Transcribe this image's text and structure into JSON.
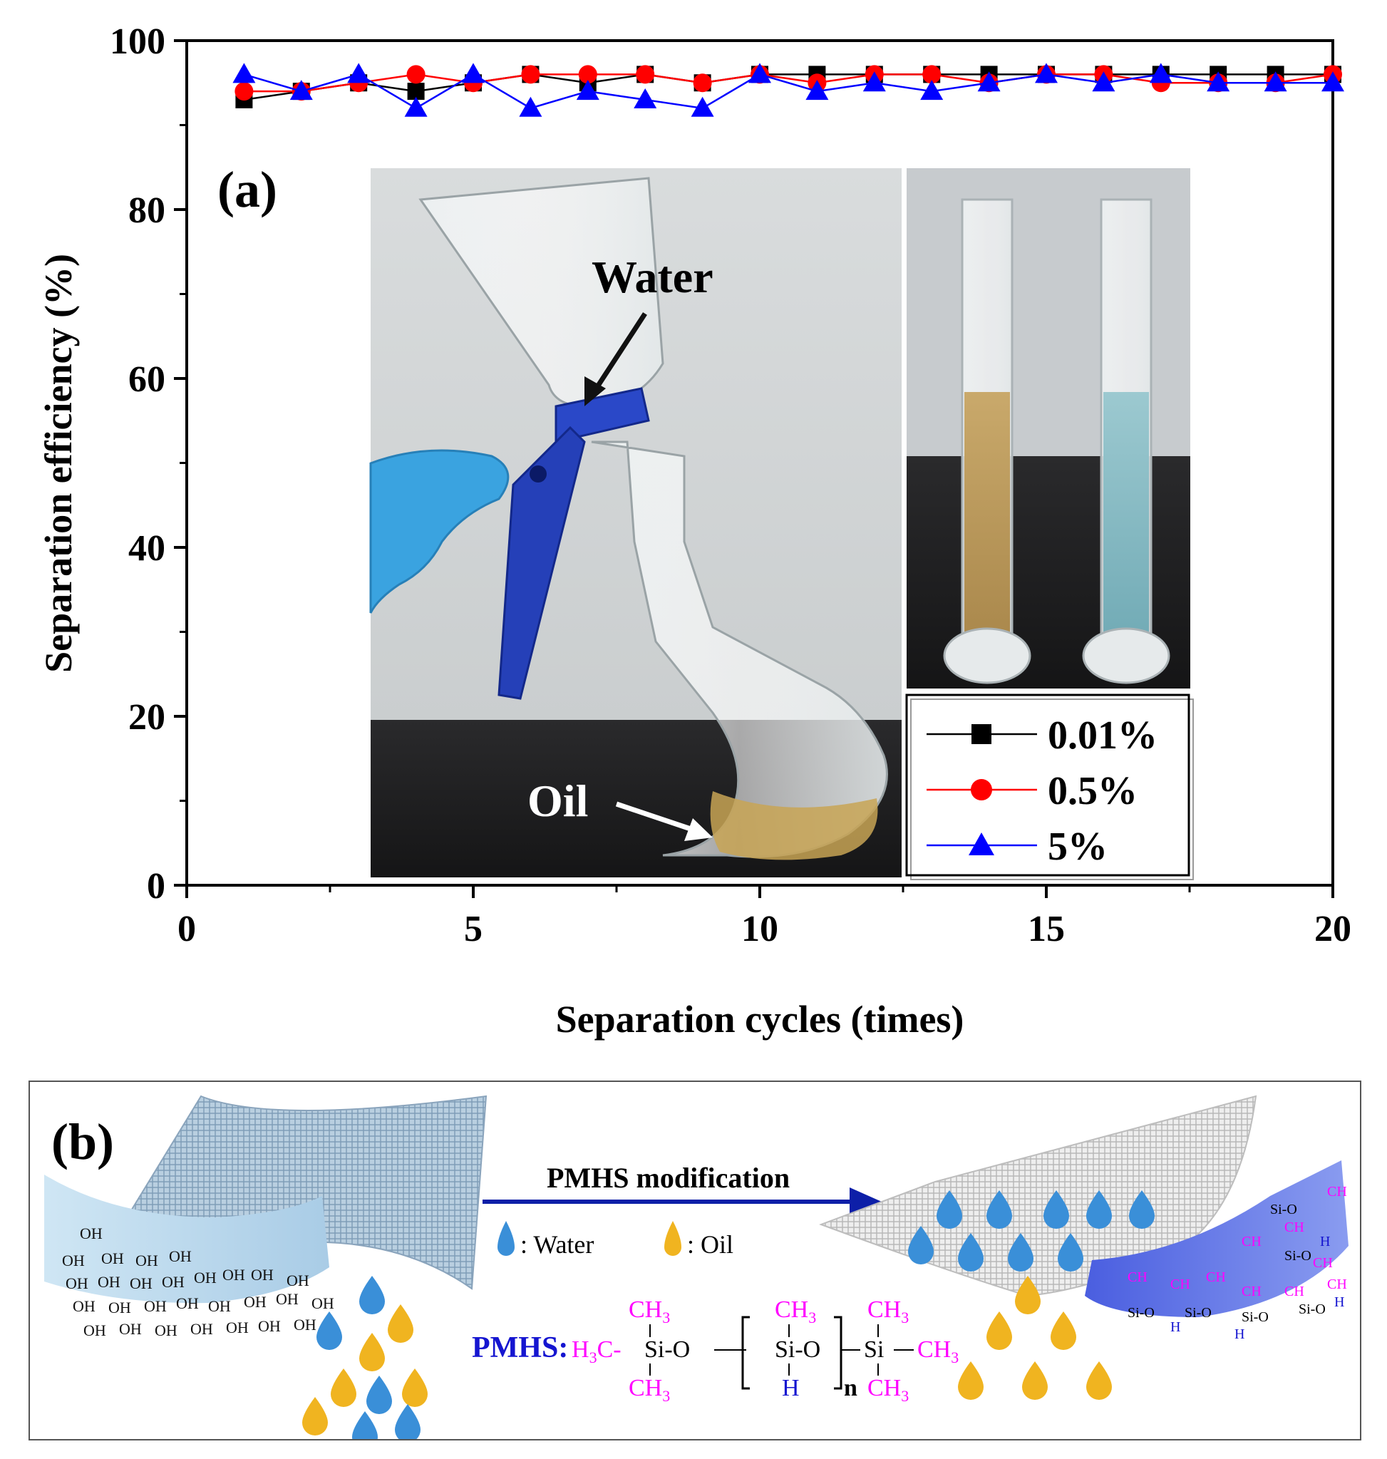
{
  "chart_data": {
    "type": "line",
    "panel_label": "(a)",
    "xlabel": "Separation cycles (times)",
    "ylabel": "Separation efficiency (%)",
    "xlim": [
      0,
      20
    ],
    "ylim": [
      0,
      100
    ],
    "x_ticks": [
      "0",
      "5",
      "10",
      "15",
      "20"
    ],
    "y_ticks": [
      "0",
      "20",
      "40",
      "60",
      "80",
      "100"
    ],
    "grid": false,
    "legend_position": "bottom-right",
    "x": [
      1,
      2,
      3,
      4,
      5,
      6,
      7,
      8,
      9,
      10,
      11,
      12,
      13,
      14,
      15,
      16,
      17,
      18,
      19,
      20
    ],
    "series": [
      {
        "name": "0.01%",
        "color": "#000000",
        "marker": "square",
        "values": [
          93,
          94,
          95,
          94,
          95,
          96,
          95,
          96,
          95,
          96,
          96,
          96,
          96,
          96,
          96,
          96,
          96,
          96,
          96,
          96
        ]
      },
      {
        "name": "0.5%",
        "color": "#ff0000",
        "marker": "circle",
        "values": [
          94,
          94,
          95,
          96,
          95,
          96,
          96,
          96,
          95,
          96,
          95,
          96,
          96,
          95,
          96,
          96,
          95,
          95,
          95,
          96
        ]
      },
      {
        "name": "5%",
        "color": "#0000ff",
        "marker": "triangle",
        "values": [
          96,
          94,
          96,
          92,
          96,
          92,
          94,
          93,
          92,
          96,
          94,
          95,
          94,
          95,
          96,
          95,
          96,
          95,
          95,
          95
        ]
      }
    ],
    "photo_labels": {
      "water": "Water",
      "oil": "Oil"
    }
  },
  "panel_b": {
    "label": "(b)",
    "arrow_text": "PMHS modification",
    "water_legend": ": Water",
    "oil_legend": ": Oil",
    "pmhs_label": "PMHS:",
    "oh": "OH",
    "formula": {
      "ch3": "CH",
      "sub3": "3",
      "h3c": "H",
      "c_dash": "C-",
      "si_o": "Si-O",
      "si": "Si",
      "h": "H",
      "n": "n"
    },
    "colors": {
      "magenta": "#ff00ff",
      "blue": "#1515d0",
      "arrow": "#0d1fa8",
      "water_drop": "#3a8fd8",
      "oil_drop": "#f0b420"
    }
  }
}
